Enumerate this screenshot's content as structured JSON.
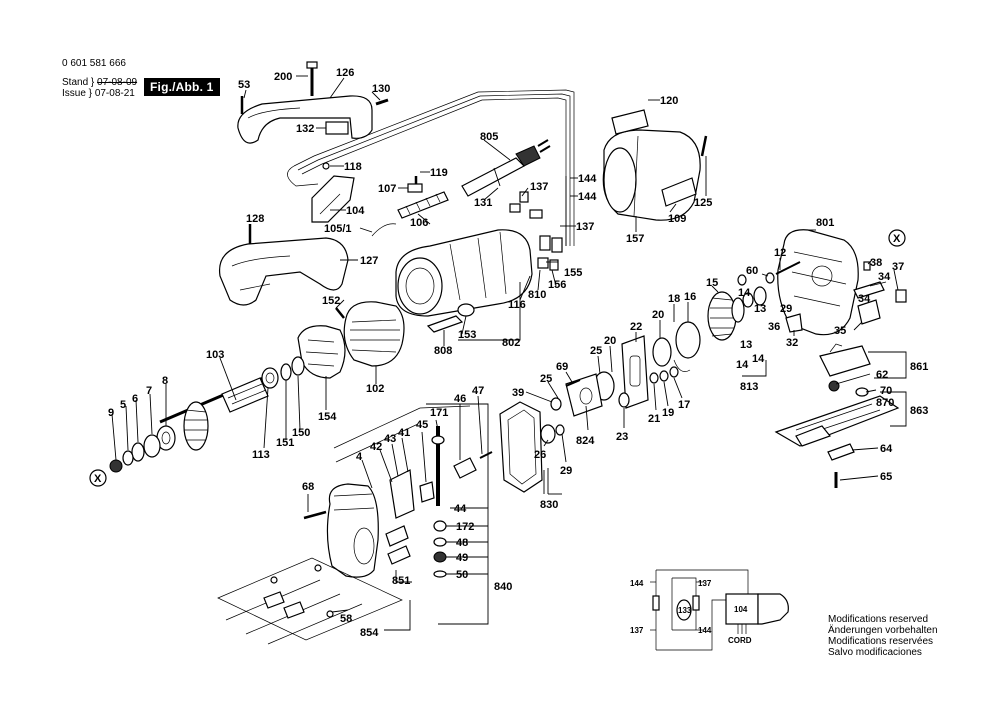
{
  "header": {
    "part_number": "0 601 581 666",
    "stand_label": "Stand",
    "issue_label": "Issue",
    "stand_date": "07-08-09",
    "issue_date": "07-08-21",
    "figure": "Fig./Abb. 1"
  },
  "footer": {
    "modifications": [
      "Modifications reserved",
      "Änderungen vorbehalten",
      "Modifications reservées",
      "Salvo modificaciones"
    ]
  },
  "wiring": {
    "component_104": "104",
    "component_133": "133",
    "cord_label": "CORD",
    "wire_144_a": "144",
    "wire_137_a": "137",
    "wire_137_b": "137",
    "wire_144_b": "144"
  },
  "labels": {
    "p53": "53",
    "p200": "200",
    "p126": "126",
    "p130": "130",
    "p132": "132",
    "p118": "118",
    "p119": "119",
    "p107": "107",
    "p104": "104",
    "p106": "106",
    "p105_1": "105/1",
    "p128": "128",
    "p127": "127",
    "p805": "805",
    "p131": "131",
    "p137a": "137",
    "p144a": "144",
    "p144b": "144",
    "p137b": "137",
    "p120": "120",
    "p109": "109",
    "p125": "125",
    "p157": "157",
    "p801": "801",
    "p12": "12",
    "p60": "60",
    "p38": "38",
    "p34": "34",
    "p37": "37",
    "p15": "15",
    "p14a": "14",
    "p13a": "13",
    "p36": "36",
    "p29a": "29",
    "p34b": "34",
    "p35": "35",
    "p32": "32",
    "p13b": "13",
    "p14b": "14",
    "p14c": "14",
    "p813": "813",
    "p155": "155",
    "p156": "156",
    "p810": "810",
    "p116": "116",
    "p152": "152",
    "p153": "153",
    "p808": "808",
    "p802": "802",
    "p102": "102",
    "p103": "103",
    "p154": "154",
    "p113": "113",
    "p151": "151",
    "p150": "150",
    "p8": "8",
    "p7": "7",
    "p6": "6",
    "p5": "5",
    "p9": "9",
    "p22": "22",
    "p20a": "20",
    "p16": "16",
    "p18": "18",
    "p25a": "25",
    "p20b": "20",
    "p69": "69",
    "p25b": "25",
    "p39": "39",
    "p21": "21",
    "p19": "19",
    "p17": "17",
    "p824": "824",
    "p23": "23",
    "p26": "26",
    "p29b": "29",
    "p830": "830",
    "p861": "861",
    "p62": "62",
    "p70": "70",
    "p870": "870",
    "p863": "863",
    "p64": "64",
    "p65": "65",
    "p171": "171",
    "p46": "46",
    "p47": "47",
    "p45": "45",
    "p43": "43",
    "p41": "41",
    "p42": "42",
    "p4": "4",
    "p68": "68",
    "p44": "44",
    "p172": "172",
    "p48": "48",
    "p49": "49",
    "p50": "50",
    "p840": "840",
    "p851": "851",
    "p58": "58",
    "p854": "854",
    "x_left": "X",
    "x_right": "X"
  }
}
